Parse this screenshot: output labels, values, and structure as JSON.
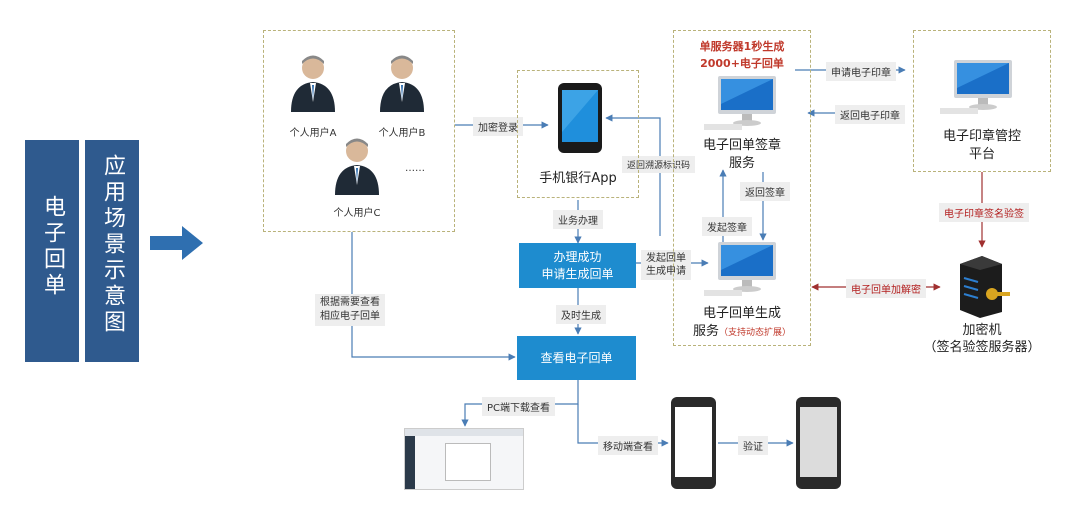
{
  "title": {
    "line1": "电子回单",
    "line2": "应用场景示意图"
  },
  "users": {
    "a": "个人用户A",
    "b": "个人用户B",
    "c": "个人用户C",
    "more": "……"
  },
  "labels": {
    "encrypted_login": "加密登录",
    "business": "业务办理",
    "return_source": "返回溯源标识码",
    "initiate_request": [
      "发起回单",
      "生成申请"
    ],
    "timely_generate": "及时生成",
    "view_by_need": [
      "根据需要查看",
      "相应电子回单"
    ],
    "apply_seal": "申请电子印章",
    "return_seal": "返回电子印章",
    "return_sign": "返回签章",
    "initiate_sign": "发起签章",
    "seal_verify": "电子印章签名验签",
    "encrypt_decrypt": "电子回单加解密",
    "pc_download": "PC端下载查看",
    "mobile_view": "移动端查看",
    "verify": "验证"
  },
  "nodes": {
    "app": "手机银行App",
    "success": [
      "办理成功",
      "申请生成回单"
    ],
    "view": "查看电子回单",
    "sign_service": [
      "电子回单签章",
      "服务"
    ],
    "gen_service": [
      "电子回单生成",
      "服务"
    ],
    "gen_service_note": "（支持动态扩展）",
    "seal_platform": [
      "电子印章管控",
      "平台"
    ],
    "encryptor": [
      "加密机",
      "（签名验签服务器）"
    ],
    "capacity": [
      "单服务器1秒生成",
      "2000+电子回单"
    ]
  },
  "colors": {
    "title_bg": "#2f5a8e",
    "accent_blue": "#1e8ccf",
    "red": "#c0392b",
    "dashed": "#b9b27a"
  }
}
